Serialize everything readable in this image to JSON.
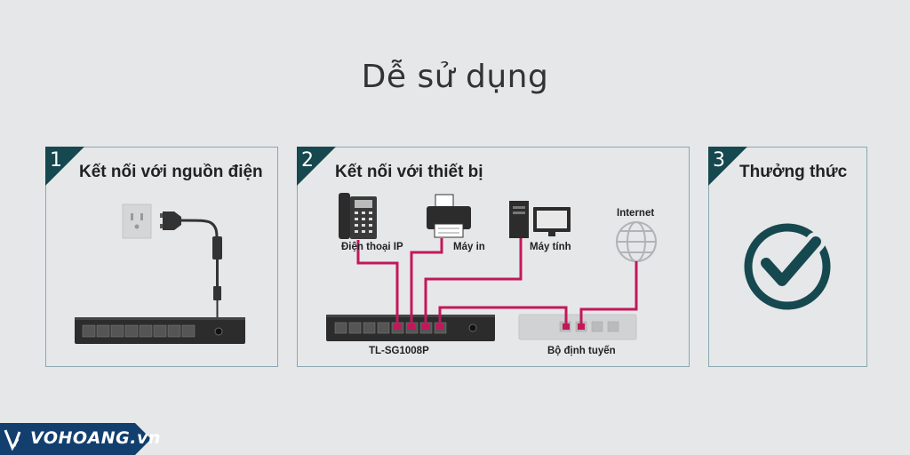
{
  "title": "Dễ sử dụng",
  "steps": [
    {
      "number": "1",
      "title": "Kết nối với nguồn điện"
    },
    {
      "number": "2",
      "title": "Kết nối với thiết bị"
    },
    {
      "number": "3",
      "title": "Thưởng thức"
    }
  ],
  "devices": {
    "phone": "Điện thoại IP",
    "printer": "Máy in",
    "computer": "Máy tính",
    "internet": "Internet",
    "switch": "TL-SG1008P",
    "router": "Bộ định tuyến"
  },
  "brand": {
    "name": "VOHOANG.vn"
  },
  "colors": {
    "accent": "#16484f",
    "cable": "#c2185b",
    "border": "#8aa8b0",
    "background": "#e6e7e9"
  }
}
